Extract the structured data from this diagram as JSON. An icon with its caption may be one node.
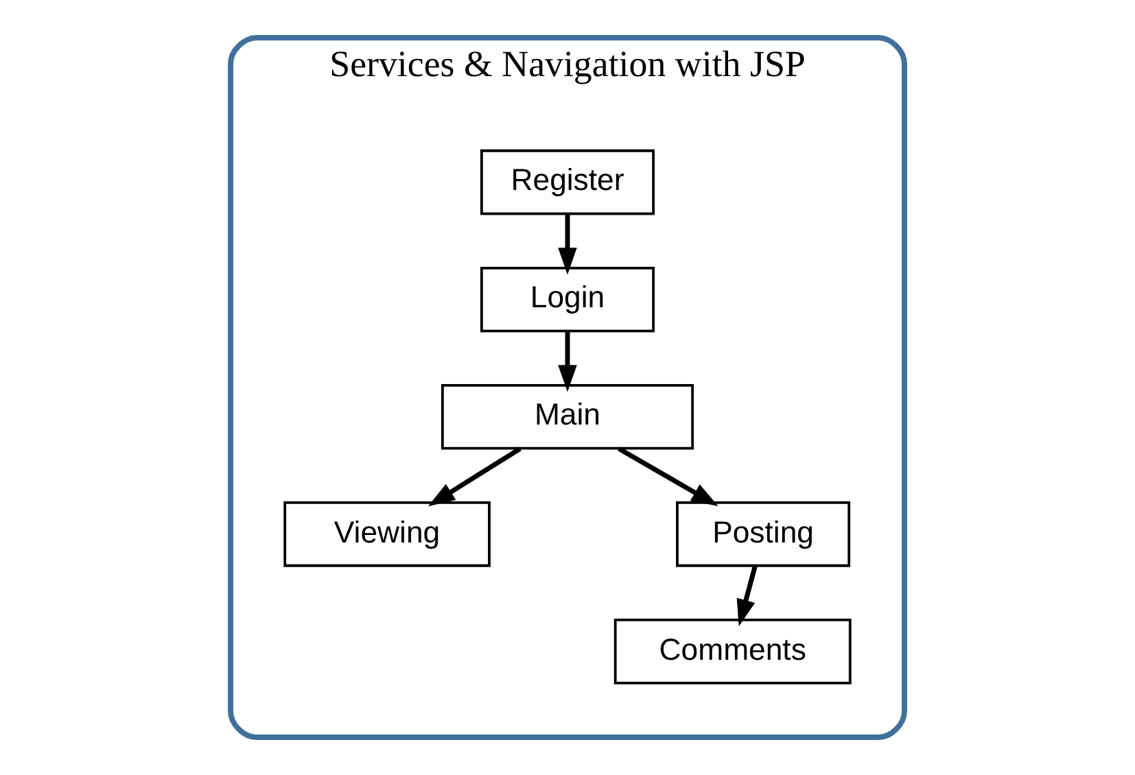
{
  "diagram": {
    "nodes": [
      {
        "text": [
          "Services & Navigation with JSP"
        ]
      },
      {
        "text": [
          "Register"
        ],
        "in": 0
      },
      {
        "text": [
          "Login"
        ],
        "in": 0
      },
      {
        "text": [
          "Main"
        ],
        "in": 0
      },
      {
        "text": [
          "Viewing"
        ],
        "in": 0
      },
      {
        "text": [
          "Posting"
        ],
        "in": 0
      },
      {
        "text": [
          "Comments"
        ],
        "in": 0
      }
    ],
    "edges": [
      {
        "from": 1,
        "to": 2,
        "arrow": "to"
      },
      {
        "from": 2,
        "to": 3,
        "arrow": "to"
      },
      {
        "from": 3,
        "to": 4,
        "arrow": "to"
      },
      {
        "from": 3,
        "to": 5,
        "arrow": "to"
      },
      {
        "from": 5,
        "to": 6,
        "arrow": "to"
      }
    ]
  }
}
